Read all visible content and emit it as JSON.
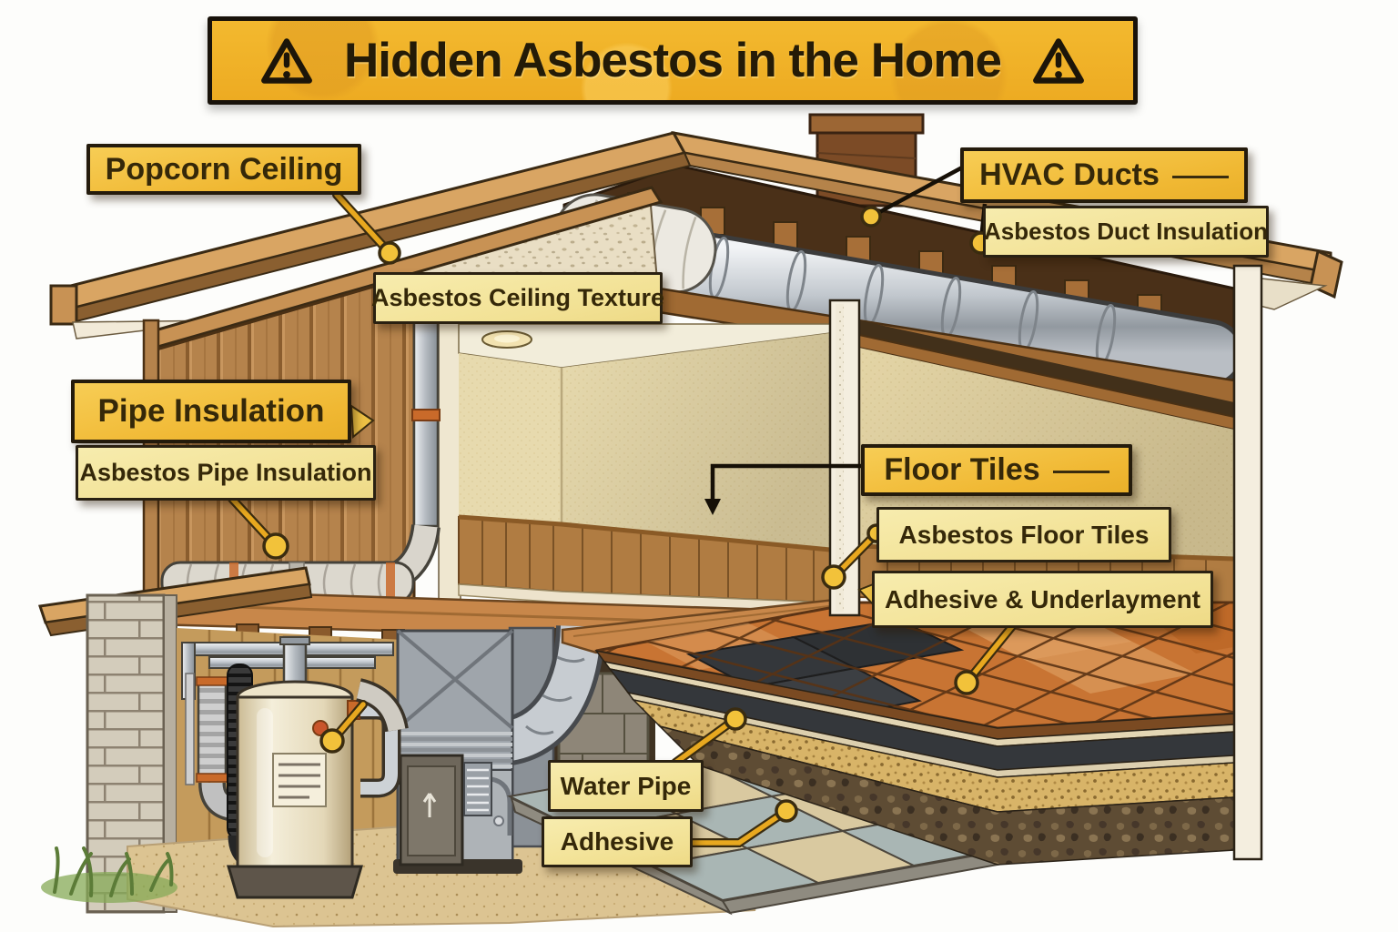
{
  "title": {
    "text": "Hidden Asbestos in the Home"
  },
  "callouts": {
    "popcorn_ceiling": {
      "label": "Popcorn Ceiling",
      "style": "primary"
    },
    "asbestos_ceiling_texture": {
      "label": "Asbestos Ceiling Texture",
      "style": "secondary"
    },
    "hvac_ducts": {
      "label": "HVAC Ducts",
      "style": "primary"
    },
    "asbestos_duct_insulation": {
      "label": "Asbestos Duct Insulation",
      "style": "secondary"
    },
    "pipe_insulation": {
      "label": "Pipe Insulation",
      "style": "primary"
    },
    "asbestos_pipe_insulation": {
      "label": "Asbestos Pipe Insulation",
      "style": "secondary"
    },
    "floor_tiles": {
      "label": "Floor Tiles",
      "style": "primary"
    },
    "asbestos_floor_tiles": {
      "label": "Asbestos Floor Tiles",
      "style": "secondary"
    },
    "adhesive_underlayment": {
      "label": "Adhesive & Underlayment",
      "style": "secondary"
    },
    "water_pipe": {
      "label": "Water Pipe",
      "style": "secondary"
    },
    "adhesive": {
      "label": "Adhesive",
      "style": "secondary"
    }
  },
  "colors": {
    "banner_yellow": "#f0b32a",
    "label_gold": "#f2bd3a",
    "label_pale_yellow": "#f4e59c",
    "outline_dark": "#241b0c",
    "leader_gold": "#e8a81f",
    "roof_wood": "#d9a563",
    "panel_wood": "#b5834c",
    "wall_beige": "#e6d9ae",
    "tile_orange": "#c87433",
    "tile_black": "#34373b",
    "duct_silver": "#c7ccd1"
  }
}
